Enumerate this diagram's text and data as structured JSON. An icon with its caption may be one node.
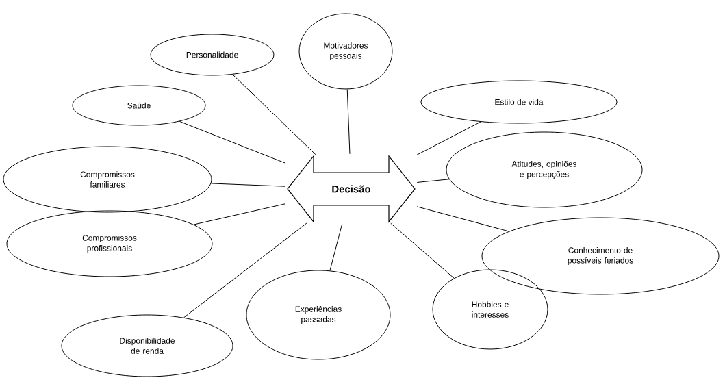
{
  "diagram": {
    "nodes": [
      {
        "text": [
          "Decisão"
        ]
      },
      {
        "text": [
          "Personalidade"
        ]
      },
      {
        "text": [
          "Motivadores pessoais"
        ]
      },
      {
        "text": [
          "Estilo de vida"
        ]
      },
      {
        "text": [
          "Saúde"
        ]
      },
      {
        "text": [
          "Atitudes, opiniões e percepções"
        ]
      },
      {
        "text": [
          "Compromissos familiares"
        ]
      },
      {
        "text": [
          "Compromissos profissionais"
        ]
      },
      {
        "text": [
          "Conhecimento de possíveis feriados"
        ]
      },
      {
        "text": [
          "Hobbies e interesses"
        ]
      },
      {
        "text": [
          "Experiências passadas"
        ]
      },
      {
        "text": [
          "Disponibilidade de renda"
        ]
      }
    ],
    "edges": [
      {
        "from": 1,
        "to": 0,
        "arrow": "none"
      },
      {
        "from": 2,
        "to": 0,
        "arrow": "none"
      },
      {
        "from": 3,
        "to": 0,
        "arrow": "none"
      },
      {
        "from": 4,
        "to": 0,
        "arrow": "none"
      },
      {
        "from": 5,
        "to": 0,
        "arrow": "none"
      },
      {
        "from": 6,
        "to": 0,
        "arrow": "none"
      },
      {
        "from": 7,
        "to": 0,
        "arrow": "none"
      },
      {
        "from": 8,
        "to": 0,
        "arrow": "none"
      },
      {
        "from": 9,
        "to": 0,
        "arrow": "none"
      },
      {
        "from": 10,
        "to": 0,
        "arrow": "none"
      },
      {
        "from": 11,
        "to": 0,
        "arrow": "none"
      }
    ]
  }
}
